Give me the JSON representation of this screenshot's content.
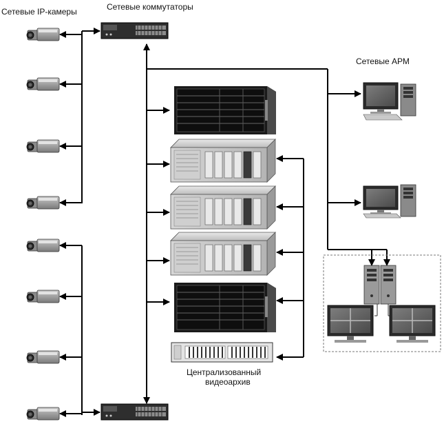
{
  "labels": {
    "cameras": "Сетевые IP-камеры",
    "switches": "Сетевые коммутаторы",
    "workstations": "Сетевые АРМ",
    "archive_line1": "Централизованный",
    "archive_line2": "видеоархив"
  }
}
